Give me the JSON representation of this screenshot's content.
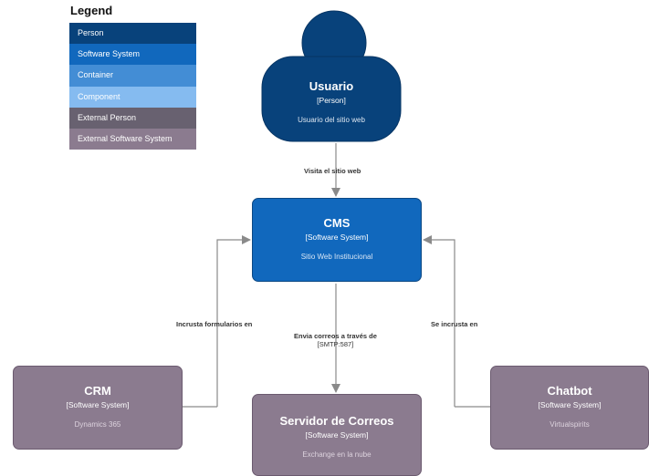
{
  "legend": {
    "title": "Legend",
    "items": [
      {
        "label": "Person",
        "color": "#08427b"
      },
      {
        "label": "Software System",
        "color": "#1168bd"
      },
      {
        "label": "Container",
        "color": "#438dd5"
      },
      {
        "label": "Component",
        "color": "#85bbf0"
      },
      {
        "label": "External Person",
        "color": "#686170"
      },
      {
        "label": "External Software System",
        "color": "#8b7b8f"
      }
    ]
  },
  "person": {
    "name": "Usuario",
    "type": "[Person]",
    "description": "Usuario del sitio web",
    "color": "#08427b"
  },
  "systems": {
    "cms": {
      "name": "CMS",
      "type": "[Software System]",
      "description": "Sitio Web Institucional",
      "color": "#1168bd"
    },
    "crm": {
      "name": "CRM",
      "type": "[Software System]",
      "description": "Dynamics 365",
      "color": "#8b7b8f"
    },
    "mail": {
      "name": "Servidor de Correos",
      "type": "[Software System]",
      "description": "Exchange en la nube",
      "color": "#8b7b8f"
    },
    "chatbot": {
      "name": "Chatbot",
      "type": "[Software System]",
      "description": "Virtualspirits",
      "color": "#8b7b8f"
    }
  },
  "relationships": {
    "user_cms": {
      "label": "Visita el sitio web"
    },
    "crm_cms": {
      "label": "Incrusta formularios en"
    },
    "cms_mail": {
      "label": "Envia correos a través de",
      "technology": "[SMTP:587]"
    },
    "chatbot_cms": {
      "label": "Se incrusta en"
    }
  }
}
